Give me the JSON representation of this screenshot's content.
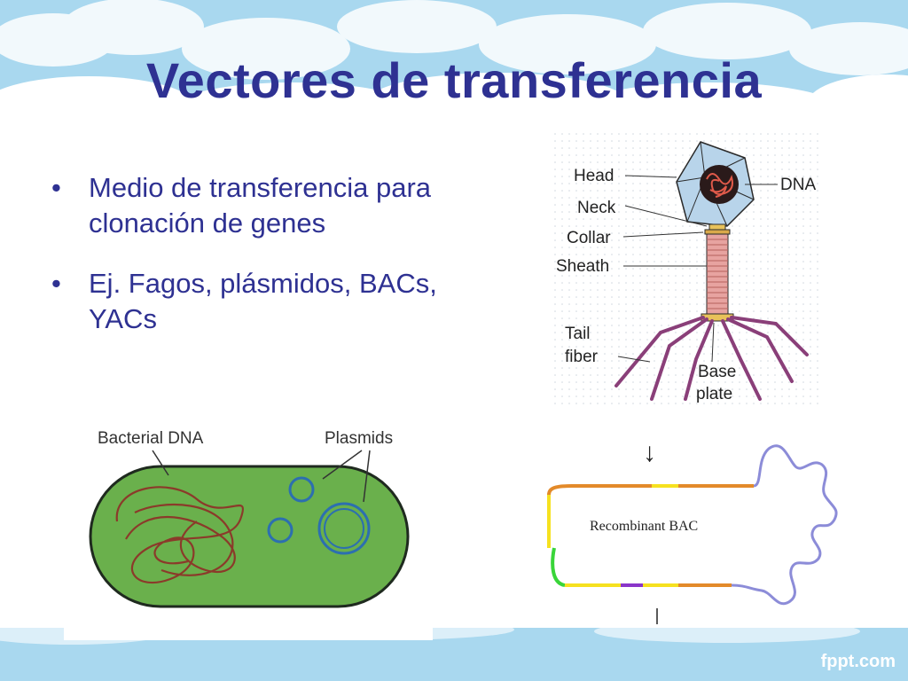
{
  "slide": {
    "title": "Vectores de transferencia",
    "bullets": [
      {
        "marker": "•",
        "text": "Medio de transferencia para clonación de genes"
      },
      {
        "marker": "•",
        "text": "Ej. Fagos, plásmidos, BACs, YACs"
      }
    ],
    "watermark": "fppt.com"
  },
  "phage_diagram": {
    "labels": {
      "head": "Head",
      "neck": "Neck",
      "collar": "Collar",
      "sheath": "Sheath",
      "tail_fiber_1": "Tail",
      "tail_fiber_2": "fiber",
      "dna": "DNA",
      "base_plate_1": "Base",
      "base_plate_2": "plate"
    }
  },
  "bacterium_diagram": {
    "labels": {
      "bacterial_dna": "Bacterial DNA",
      "plasmids": "Plasmids"
    }
  },
  "bac_diagram": {
    "label": "Recombinant BAC"
  },
  "colors": {
    "title": "#2e3192",
    "bullet_text": "#2e3192",
    "sky": "#a9d8ef",
    "cell_fill": "#6ab04c",
    "cell_outline": "#1f2a1f",
    "plasmid": "#2c6fb0",
    "dna_strand": "#8b3a2a",
    "phage_tail": "#8a3f79"
  }
}
